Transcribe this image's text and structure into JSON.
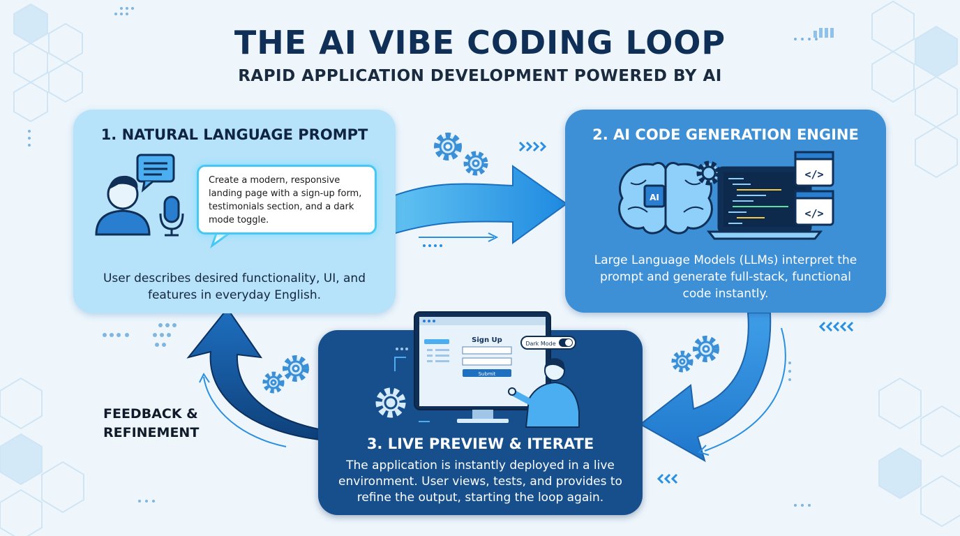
{
  "title": "THE AI VIBE CODING LOOP",
  "subtitle": "RAPID APPLICATION DEVELOPMENT POWERED BY AI",
  "steps": [
    {
      "heading": "1. NATURAL LANGUAGE PROMPT",
      "prompt_text": "Create a modern, responsive landing page with a sign-up form, testimonials section, and a dark mode toggle.",
      "description": "User describes desired functionality, UI, and features in everyday English."
    },
    {
      "heading": "2. AI CODE GENERATION ENGINE",
      "chip_label": "AI",
      "description": "Large Language Models (LLMs) interpret the prompt and generate full-stack, functional code instantly."
    },
    {
      "heading": "3. LIVE PREVIEW & ITERATE",
      "preview": {
        "form_title": "Sign Up",
        "submit_label": "Submit",
        "toggle_label": "Dark Mode"
      },
      "description": "The application is instantly deployed in a live environment. User views, tests, and provides to refine the output, starting the loop again."
    }
  ],
  "feedback_label": "FEEDBACK & REFINEMENT",
  "colors": {
    "title": "#0f2f57",
    "box1": "#b7e3fa",
    "box2": "#3d8fd6",
    "box3": "#164f8c",
    "arrow": "#2a8fe0",
    "glow": "#45c8f5"
  },
  "icons": [
    "user-icon",
    "chat-icon",
    "microphone-icon",
    "brain-icon",
    "laptop-icon",
    "code-window-icon",
    "gear-icon",
    "monitor-icon",
    "toggle-icon"
  ]
}
